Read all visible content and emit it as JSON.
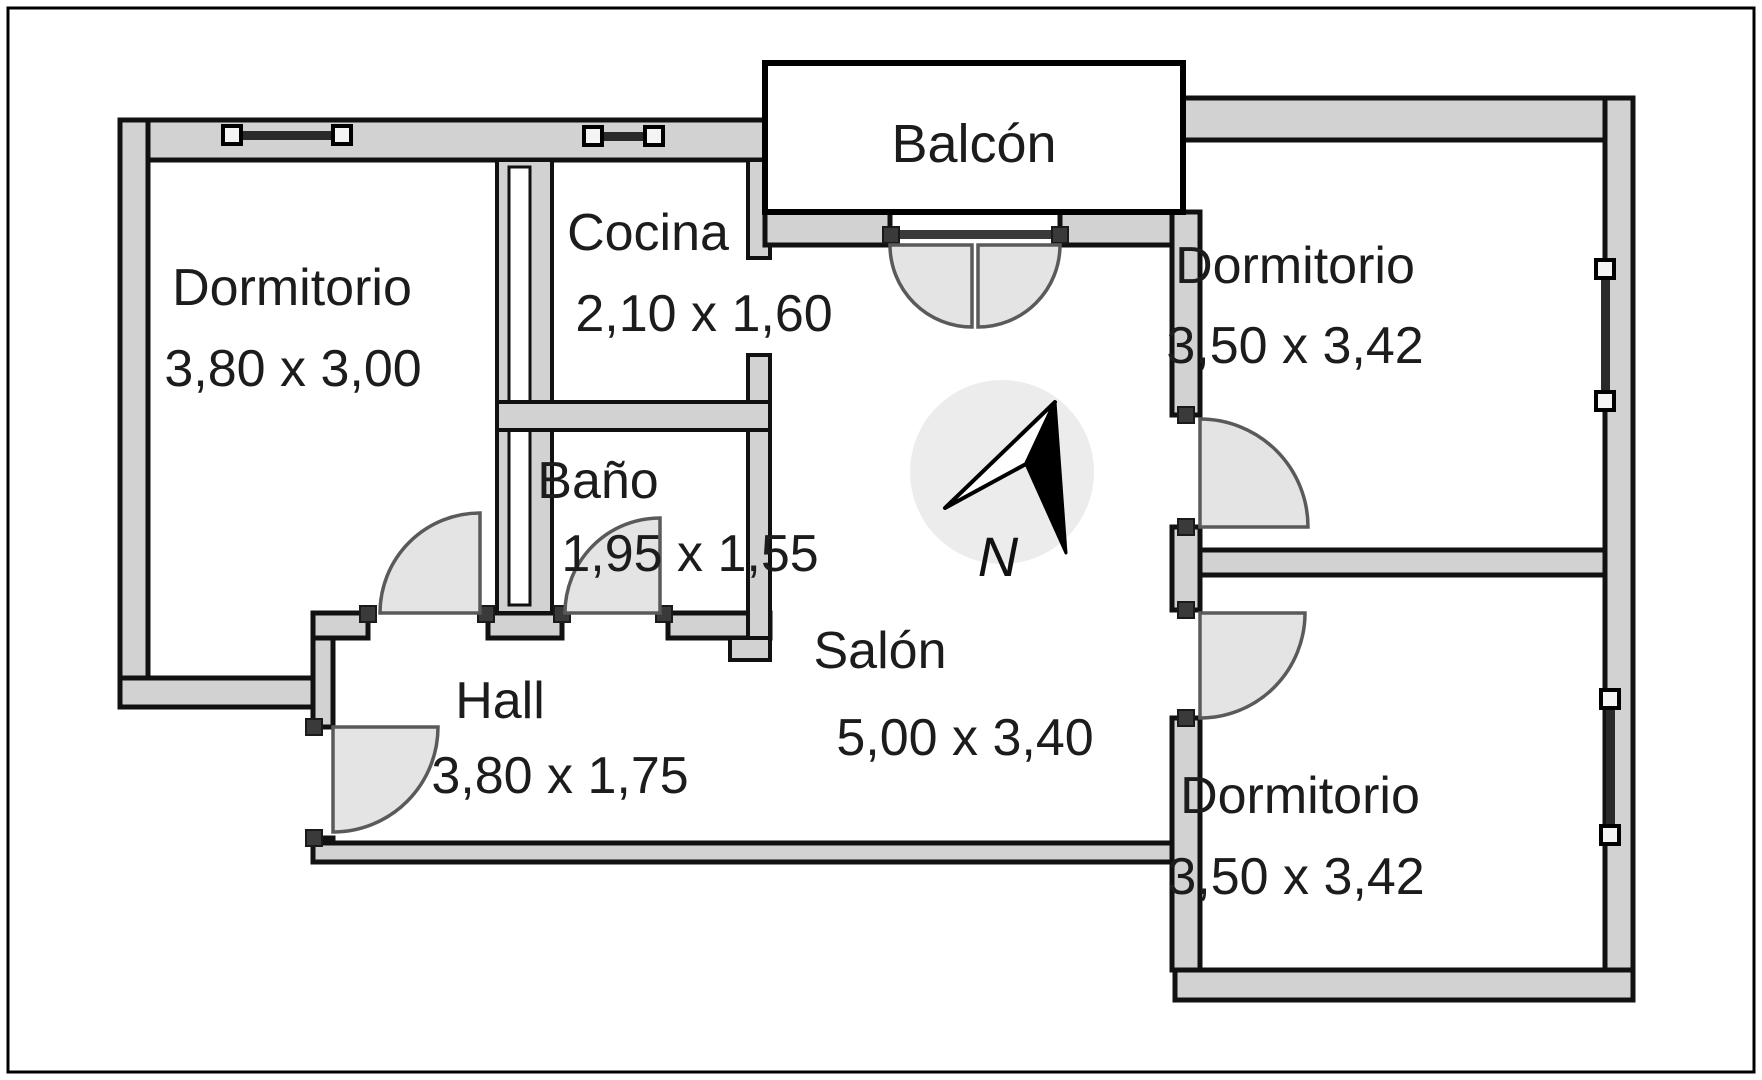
{
  "plan": {
    "type": "apartment-floor-plan",
    "language": "es",
    "rooms": [
      {
        "id": "dormitorio-izq",
        "name": "Dormitorio",
        "dims": "3,80 x 3,00"
      },
      {
        "id": "cocina",
        "name": "Cocina",
        "dims": "2,10 x 1,60"
      },
      {
        "id": "bano",
        "name": "Baño",
        "dims": "1,95 x 1,55"
      },
      {
        "id": "hall",
        "name": "Hall",
        "dims": "3,80 x 1,75"
      },
      {
        "id": "salon",
        "name": "Salón",
        "dims": "5,00 x 3,40"
      },
      {
        "id": "dormitorio-sup-der",
        "name": "Dormitorio",
        "dims": "3,50 x 3,42"
      },
      {
        "id": "dormitorio-inf-der",
        "name": "Dormitorio",
        "dims": "3,50 x 3,42"
      }
    ],
    "balcony": {
      "label": "Balcón"
    },
    "compass": {
      "label": "N",
      "direction": "north-east"
    },
    "counts": {
      "windows": 4,
      "door_swings": 7
    },
    "colors": {
      "background": "#ffffff",
      "wall_fill": "#d2d2d2",
      "wall_stroke": "#111111",
      "door_fill": "#e4e4e4",
      "door_stroke": "#5a5a5a",
      "compass_fill": "#ececec",
      "text": "#1c1c1c"
    }
  }
}
